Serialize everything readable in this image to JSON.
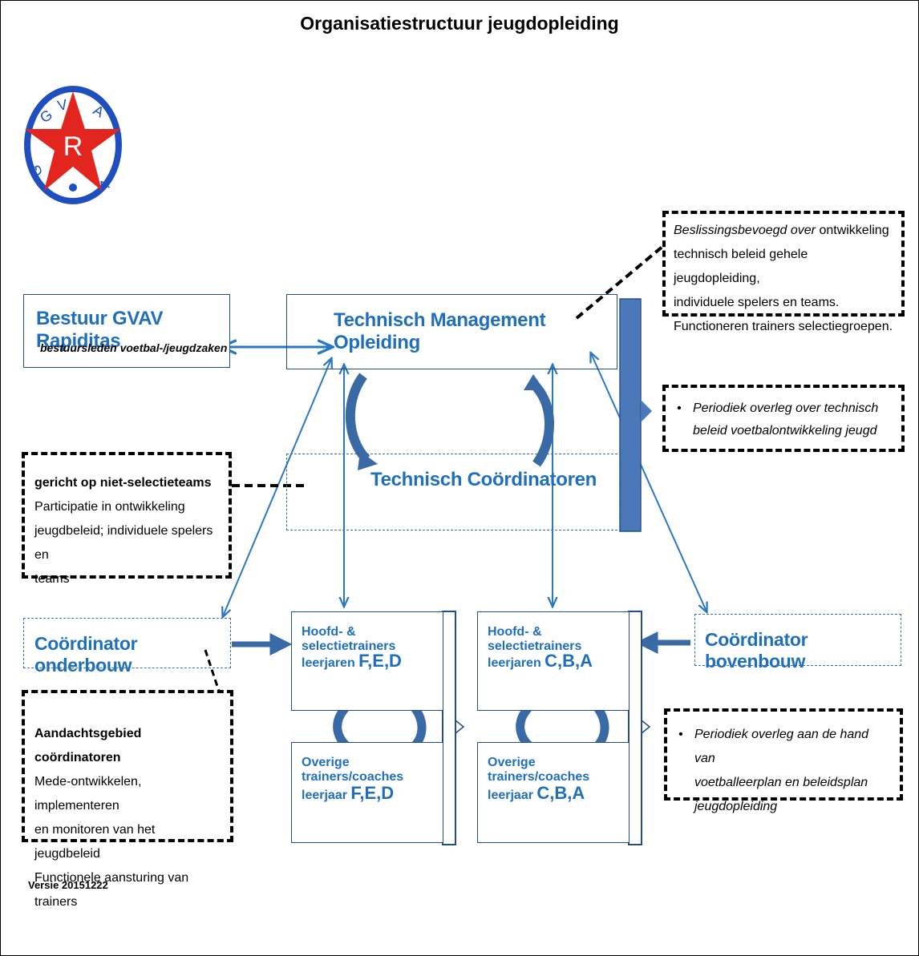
{
  "title": "Organisatiestructuur jeugdopleiding",
  "logo": {
    "letters": [
      "G",
      "V",
      "A",
      "V",
      "R"
    ],
    "colors": {
      "ring": "#1f4fbf",
      "star": "#e2261f"
    }
  },
  "bestuur": {
    "title": "Bestuur GVAV Rapiditas",
    "subtitle": "bestuursleden voetbal-/jeugdzaken"
  },
  "tmo": {
    "title": "Technisch Management Opleiding"
  },
  "tc": {
    "title": "Technisch Coördinatoren"
  },
  "note_top_right": {
    "italic": "Beslissingsbevoegd over",
    "rest": " ontwikkeling",
    "lines": [
      "technisch beleid gehele jeugdopleiding,",
      "individuele spelers en teams.",
      "Functioneren trainers selectiegroepen."
    ]
  },
  "note_overleg_1": {
    "bullet": "•",
    "lines": [
      "Periodiek overleg over technisch",
      "beleid voetbalontwikkeling jeugd"
    ]
  },
  "note_niet_selectie": {
    "heading": "gericht op niet-selectieteams",
    "lines": [
      "Participatie in ontwikkeling",
      "jeugdbeleid; individuele spelers en",
      "teams"
    ]
  },
  "coord_onderbouw": "Coördinator onderbouw",
  "coord_bovenbouw": "Coördinator bovenbouw",
  "fed_head": {
    "label": "Hoofd- & selectietrainers",
    "prefix": "leerjaren ",
    "grades": "F,E,D"
  },
  "fed_other": {
    "label": "Overige trainers/coaches",
    "prefix": "leerjaar ",
    "grades": "F,E,D"
  },
  "cba_head": {
    "label": "Hoofd- & selectietrainers",
    "prefix": "leerjaren ",
    "grades": "C,B,A"
  },
  "cba_other": {
    "label": "Overige trainers/coaches",
    "prefix": "leerjaar ",
    "grades": "C,B,A"
  },
  "note_aandacht": {
    "heading": "Aandachtsgebied coördinatoren",
    "lines": [
      "Mede-ontwikkelen, implementeren",
      "en monitoren van het jeugdbeleid",
      "Functionele aansturing van trainers"
    ]
  },
  "note_overleg_2": {
    "bullet": "•",
    "lines": [
      "Periodiek overleg aan de hand van",
      "voetballeerplan en beleidsplan",
      "jeugdopleiding"
    ]
  },
  "version": "Versie 20151222",
  "colors": {
    "arrow": "#2a78c4",
    "dark_arrow": "#3a6aa6",
    "bar": "#4a78b8",
    "text_blue": "#1f6fbd"
  }
}
